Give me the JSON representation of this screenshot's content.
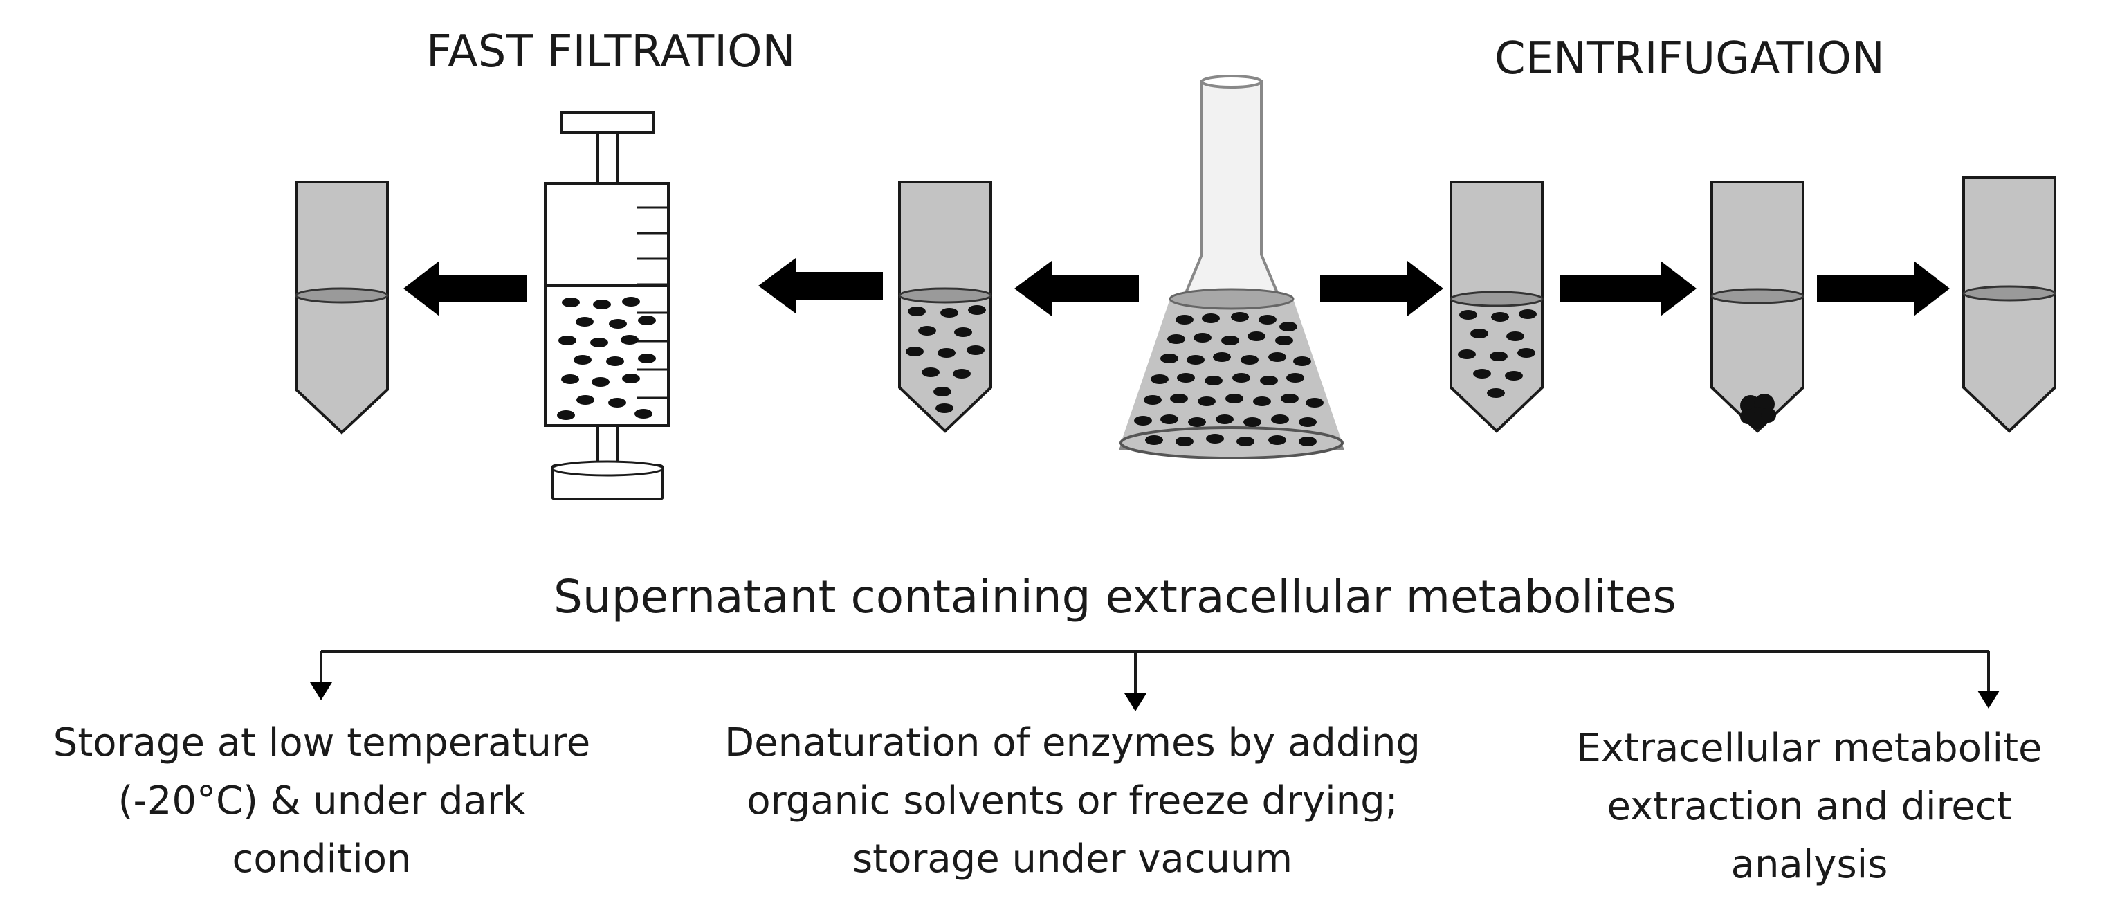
{
  "labels": {
    "fast_filtration": "FAST FILTRATION",
    "centrifugation": "CENTRIFUGATION",
    "supernatant": "Supernatant containing extracellular metabolites"
  },
  "outcomes": [
    {
      "lines": [
        "Storage at low temperature",
        "(-20°C) & under dark",
        "condition"
      ]
    },
    {
      "lines": [
        "Denaturation of enzymes by adding",
        "organic solvents or freeze drying;",
        "storage under vacuum"
      ]
    },
    {
      "lines": [
        "Extracellular metabolite",
        "extraction and direct",
        "analysis"
      ]
    }
  ],
  "colors": {
    "tube_fill": "#c3c3c3",
    "outline": "#1a1a1a",
    "cell": "#111111",
    "arrow": "#000000"
  },
  "icons": {
    "flask": "erlenmeyer-flask-icon",
    "syringe": "syringe-filter-icon",
    "tube": "centrifuge-tube-icon",
    "pellet": "cell-pellet-icon"
  }
}
